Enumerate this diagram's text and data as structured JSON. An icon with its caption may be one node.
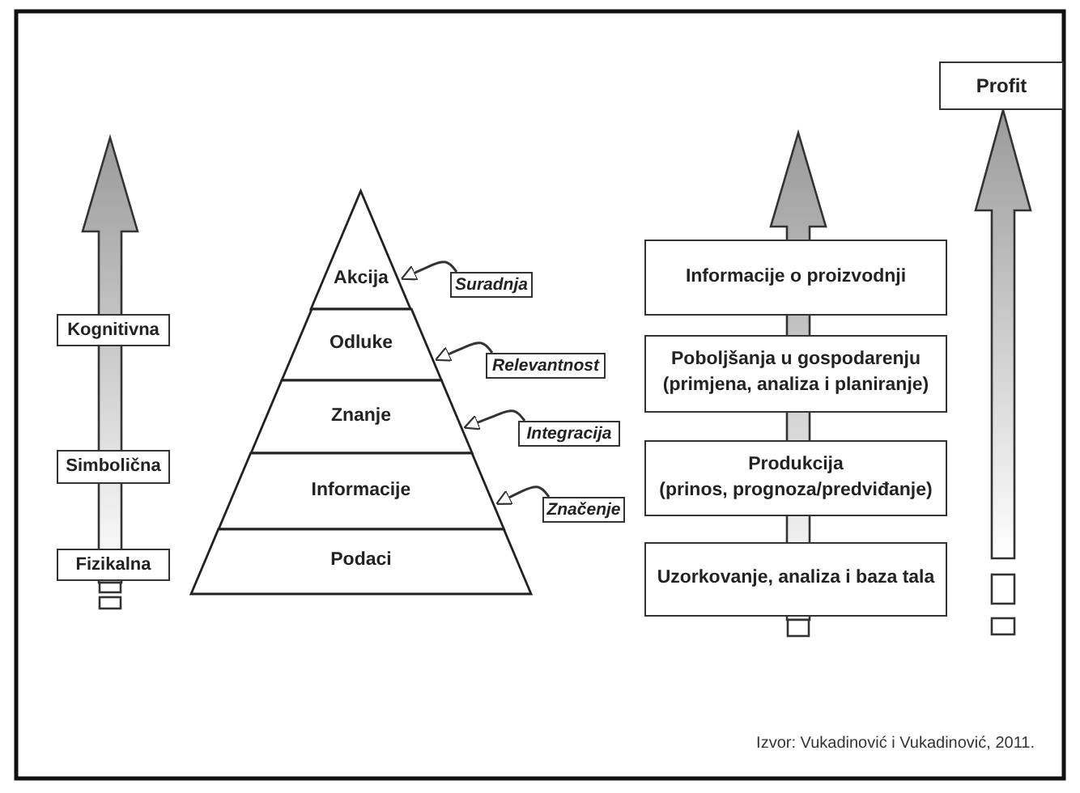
{
  "diagram": {
    "caption": "Izvor: Vukadinović i Vukadinović, 2011.",
    "nodes": [
      {
        "text": [
          "Kognitivna"
        ]
      },
      {
        "text": [
          "Simbolična"
        ]
      },
      {
        "text": [
          "Fizikalna"
        ]
      },
      {
        "text": [
          "Akcija"
        ]
      },
      {
        "text": [
          "Odluke"
        ]
      },
      {
        "text": [
          "Znanje"
        ]
      },
      {
        "text": [
          "Informacije"
        ]
      },
      {
        "text": [
          "Podaci"
        ]
      },
      {
        "text": [
          "Suradnja"
        ]
      },
      {
        "text": [
          "Relevantnost"
        ]
      },
      {
        "text": [
          "Integracija"
        ]
      },
      {
        "text": [
          "Značenje"
        ]
      },
      {
        "text": [
          "Profit"
        ]
      },
      {
        "text": [
          "Informacije o proizvodnji"
        ]
      },
      {
        "text": [
          "Poboljšanja u gospodarenju",
          "(primjena, analiza i planiranje)"
        ]
      },
      {
        "text": [
          "Produkcija",
          "(prinos, prognoza/predviđanje)"
        ]
      },
      {
        "text": [
          "Uzorkovanje, analiza i baza tala"
        ]
      }
    ],
    "edges": [
      {
        "from": 8,
        "to": 3,
        "arrow": "to"
      },
      {
        "from": 9,
        "to": 4,
        "arrow": "to"
      },
      {
        "from": 10,
        "to": 5,
        "arrow": "to"
      },
      {
        "from": 11,
        "to": 6,
        "arrow": "to"
      },
      {
        "from": null,
        "to": 12,
        "arrow": "to",
        "style": "thick"
      }
    ]
  }
}
